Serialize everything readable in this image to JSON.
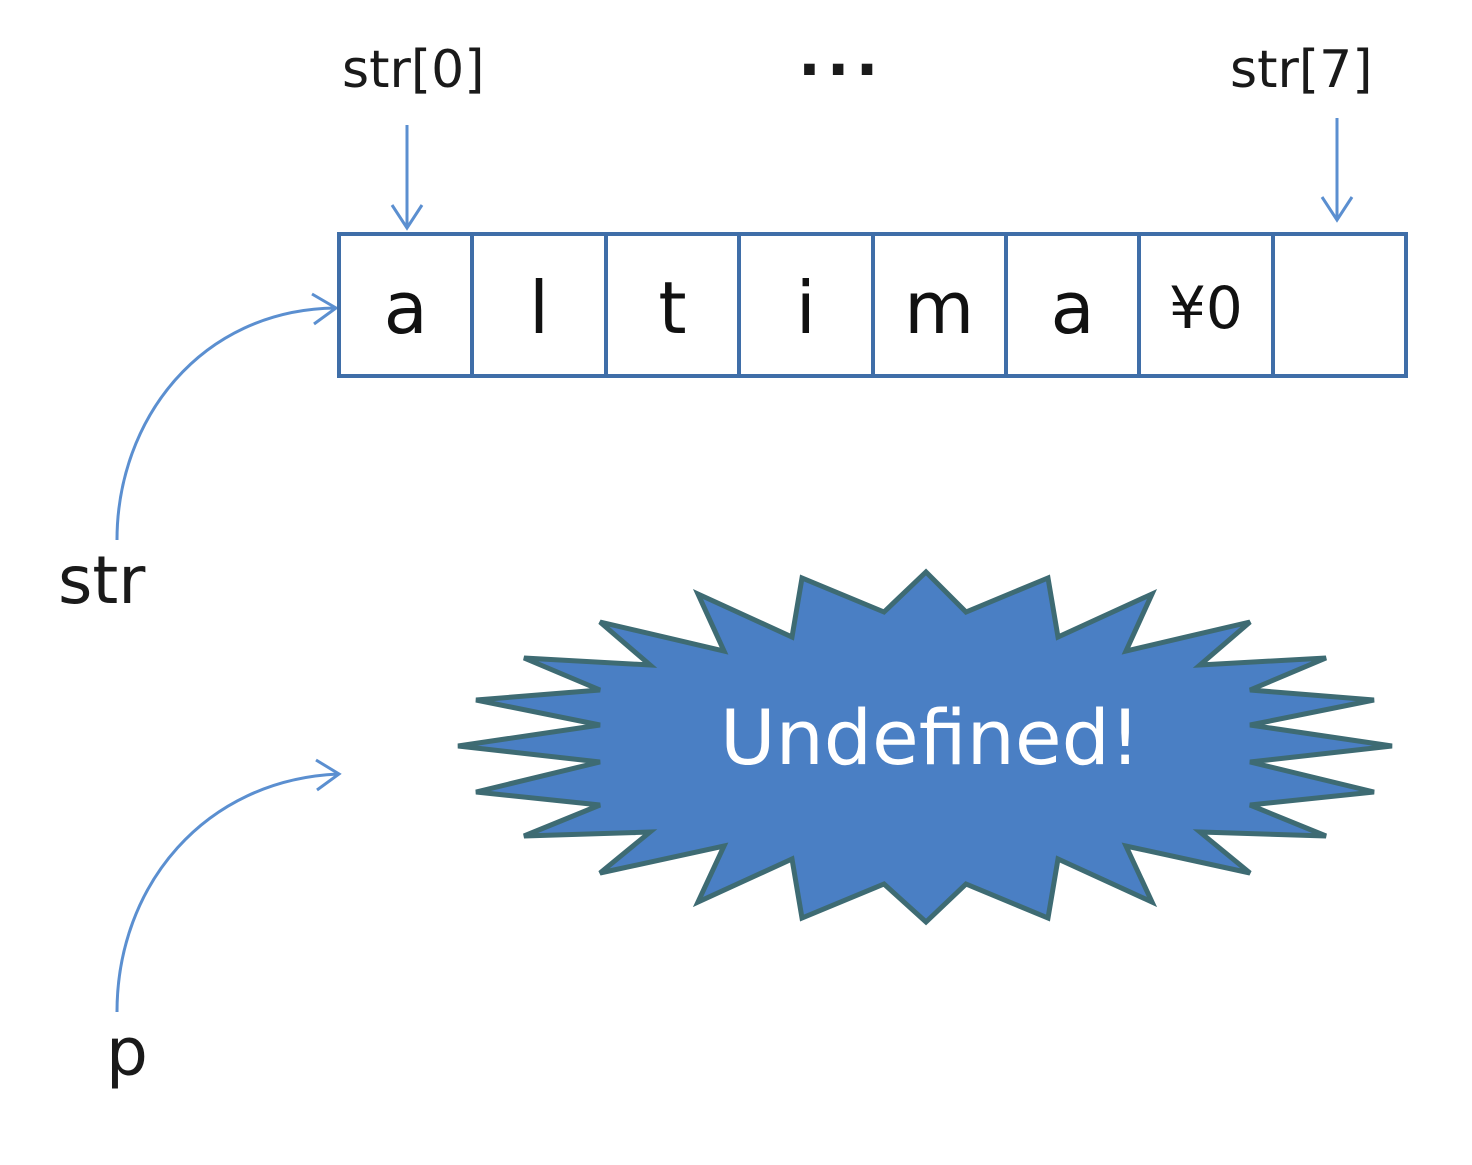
{
  "index_labels": {
    "first": "str[0]",
    "ellipsis": "···",
    "last": "str[7]"
  },
  "array_cells": [
    "a",
    "l",
    "t",
    "i",
    "m",
    "a",
    "¥0",
    ""
  ],
  "variables": {
    "str": "str",
    "p": "p"
  },
  "burst": {
    "text": "Undefined!",
    "fill_color": "#4a7fc4",
    "stroke_color": "#3e6b73"
  },
  "colors": {
    "arrow": "#5b8fd0",
    "array_border": "#3f6ea8"
  }
}
